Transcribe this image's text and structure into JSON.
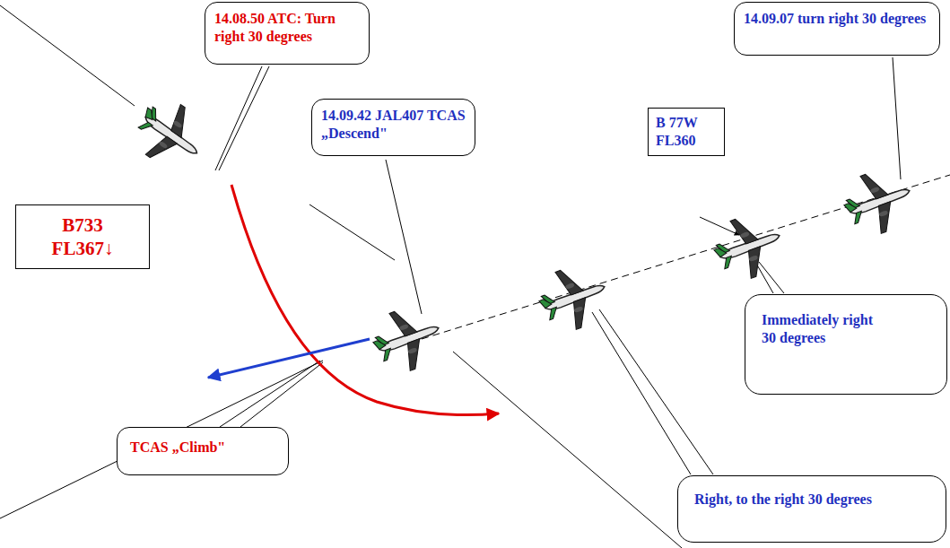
{
  "diagram": {
    "nodes": [
      {
        "text": [
          "14.08.50 ATC: Turn right 30 degrees"
        ]
      },
      {
        "text": [
          "14.09.07 turn right 30 degrees"
        ]
      },
      {
        "text": [
          "B733 FL367↓"
        ]
      },
      {
        "text": [
          "14.09.42 JAL407 TCAS „Descend\""
        ]
      },
      {
        "text": [
          "B 77W FL360"
        ]
      },
      {
        "text": [
          "TCAS „Climb\""
        ]
      },
      {
        "text": [
          "Immediately right 30 degrees"
        ]
      },
      {
        "text": [
          "Right, to the right 30 degrees"
        ]
      }
    ]
  }
}
